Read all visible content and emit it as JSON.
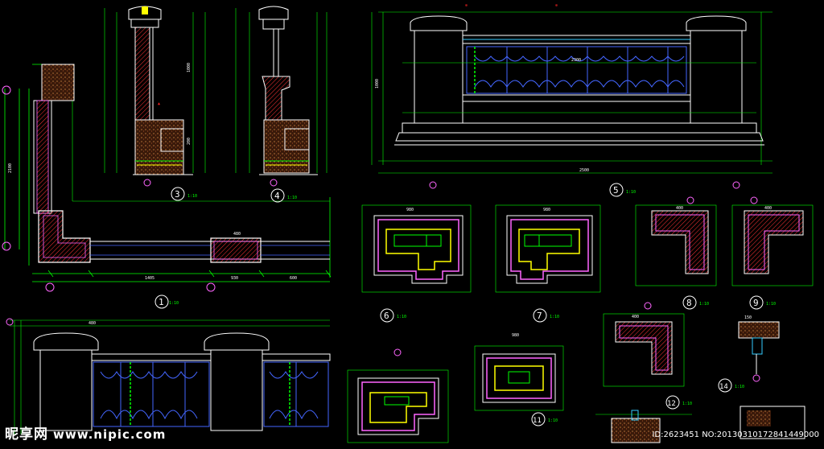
{
  "watermark": {
    "brand": "昵享网",
    "site": "www.nipic.com"
  },
  "image_id_text": "ID:2623451 NO:20130310172841449000",
  "detail_numbers": [
    "1",
    "3",
    "4",
    "5",
    "6",
    "7",
    "8",
    "9",
    "11",
    "12",
    "14"
  ],
  "scale": "1:10",
  "dims": {
    "plan_total": "2100",
    "plan_lengths": [
      "1405",
      "930",
      "600"
    ],
    "pier_w": "480",
    "rail_len": "2500",
    "elev_h": "1000",
    "panel": "2300",
    "box": "980",
    "sub": "200",
    "small": "150",
    "corner": "400"
  },
  "colors": {
    "bg": "#000000",
    "dim": "#00ff00",
    "outline": "#ffffff",
    "hatch": "#ff3333",
    "fill": "#ff66ff",
    "core": "#ffff00",
    "note": "#ff2222",
    "cyan": "#33ccff",
    "blue": "#4466ff"
  }
}
